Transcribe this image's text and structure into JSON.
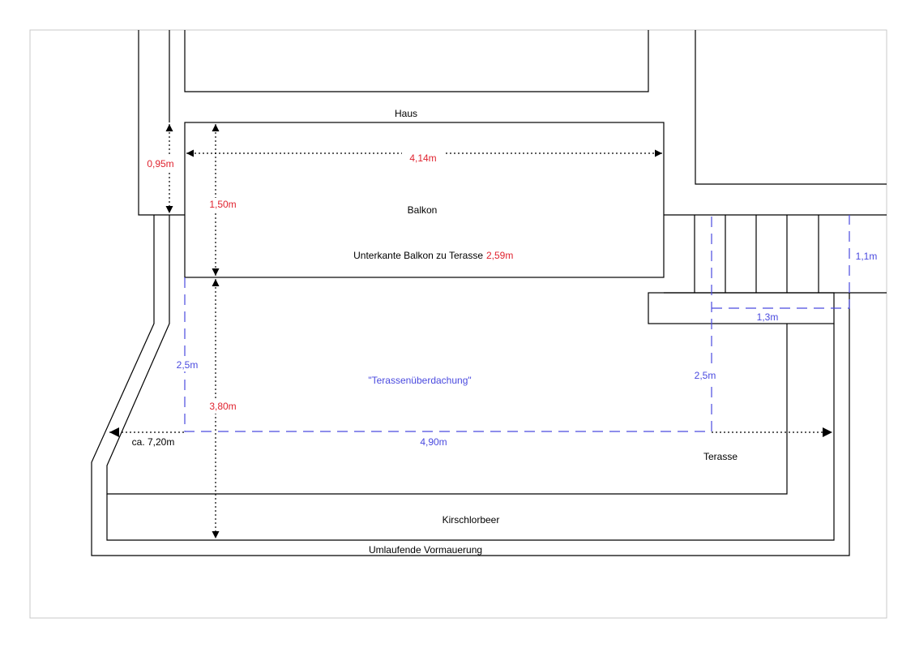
{
  "labels": {
    "haus": "Haus",
    "balkon": "Balkon",
    "unterkante_prefix": "Unterkante Balkon zu Terasse",
    "terasse": "Terasse",
    "kirschlorbeer": "Kirschlorbeer",
    "vormauerung": "Umlaufende Vormauerung",
    "ueberdachung": "\"Terassenüberdachung\""
  },
  "dimensions": {
    "balkon_width": "4,14m",
    "path_width": "0,95m",
    "balkon_depth": "1,50m",
    "unterkante_height": "2,59m",
    "terrace_depth": "3,80m",
    "total_width": "ca. 7,20m",
    "roof_depth_left": "2,5m",
    "roof_depth_right": "2,5m",
    "roof_width": "4,90m",
    "step_width": "1,3m",
    "stairs_depth": "1,1m"
  },
  "colors": {
    "measure_red": "#e0232f",
    "roof_blue": "#4a4adf",
    "line_black": "#000000",
    "frame_grey": "#c9c9c9"
  }
}
